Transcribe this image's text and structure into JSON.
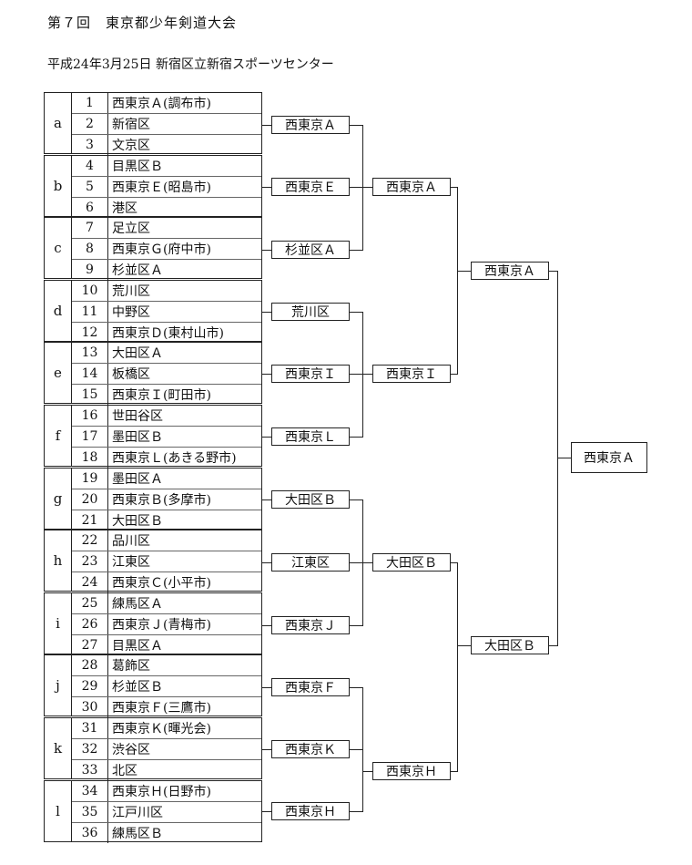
{
  "header": {
    "title": "第７回　東京都少年剣道大会",
    "subtitle": "平成24年3月25日 新宿区立新宿スポーツセンター"
  },
  "groups": [
    {
      "label": "a",
      "teams": [
        {
          "no": "1",
          "name": "西東京Ａ(調布市)"
        },
        {
          "no": "2",
          "name": "新宿区"
        },
        {
          "no": "3",
          "name": "文京区"
        }
      ]
    },
    {
      "label": "b",
      "teams": [
        {
          "no": "4",
          "name": "目黒区Ｂ"
        },
        {
          "no": "5",
          "name": "西東京Ｅ(昭島市)"
        },
        {
          "no": "6",
          "name": "港区"
        }
      ]
    },
    {
      "label": "c",
      "teams": [
        {
          "no": "7",
          "name": "足立区"
        },
        {
          "no": "8",
          "name": "西東京Ｇ(府中市)"
        },
        {
          "no": "9",
          "name": "杉並区Ａ"
        }
      ]
    },
    {
      "label": "d",
      "teams": [
        {
          "no": "10",
          "name": "荒川区"
        },
        {
          "no": "11",
          "name": "中野区"
        },
        {
          "no": "12",
          "name": "西東京Ｄ(東村山市)"
        }
      ]
    },
    {
      "label": "e",
      "teams": [
        {
          "no": "13",
          "name": "大田区Ａ"
        },
        {
          "no": "14",
          "name": "板橋区"
        },
        {
          "no": "15",
          "name": "西東京Ｉ(町田市)"
        }
      ]
    },
    {
      "label": "f",
      "teams": [
        {
          "no": "16",
          "name": "世田谷区"
        },
        {
          "no": "17",
          "name": "墨田区Ｂ"
        },
        {
          "no": "18",
          "name": "西東京Ｌ(あきる野市)"
        }
      ]
    },
    {
      "label": "g",
      "teams": [
        {
          "no": "19",
          "name": "墨田区Ａ"
        },
        {
          "no": "20",
          "name": "西東京Ｂ(多摩市)"
        },
        {
          "no": "21",
          "name": "大田区Ｂ"
        }
      ]
    },
    {
      "label": "h",
      "teams": [
        {
          "no": "22",
          "name": "品川区"
        },
        {
          "no": "23",
          "name": "江東区"
        },
        {
          "no": "24",
          "name": "西東京Ｃ(小平市)"
        }
      ]
    },
    {
      "label": "i",
      "teams": [
        {
          "no": "25",
          "name": "練馬区Ａ"
        },
        {
          "no": "26",
          "name": "西東京Ｊ(青梅市)"
        },
        {
          "no": "27",
          "name": "目黒区Ａ"
        }
      ]
    },
    {
      "label": "j",
      "teams": [
        {
          "no": "28",
          "name": "葛飾区"
        },
        {
          "no": "29",
          "name": "杉並区Ｂ"
        },
        {
          "no": "30",
          "name": "西東京Ｆ(三鷹市)"
        }
      ]
    },
    {
      "label": "k",
      "teams": [
        {
          "no": "31",
          "name": "西東京Ｋ(暉光会)"
        },
        {
          "no": "32",
          "name": "渋谷区"
        },
        {
          "no": "33",
          "name": "北区"
        }
      ]
    },
    {
      "label": "l",
      "teams": [
        {
          "no": "34",
          "name": "西東京Ｈ(日野市)"
        },
        {
          "no": "35",
          "name": "江戸川区"
        },
        {
          "no": "36",
          "name": "練馬区Ｂ"
        }
      ]
    }
  ],
  "bracket": {
    "round1": [
      "西東京Ａ",
      "西東京Ｅ",
      "杉並区Ａ",
      "荒川区",
      "西東京Ｉ",
      "西東京Ｌ",
      "大田区Ｂ",
      "江東区",
      "西東京Ｊ",
      "西東京Ｆ",
      "西東京Ｋ",
      "西東京Ｈ"
    ],
    "round2": [
      "西東京Ａ",
      "西東京Ｉ",
      "大田区Ｂ",
      "西東京Ｈ"
    ],
    "round3": [
      "西東京Ａ",
      "大田区Ｂ"
    ],
    "champion": "西東京Ａ"
  }
}
